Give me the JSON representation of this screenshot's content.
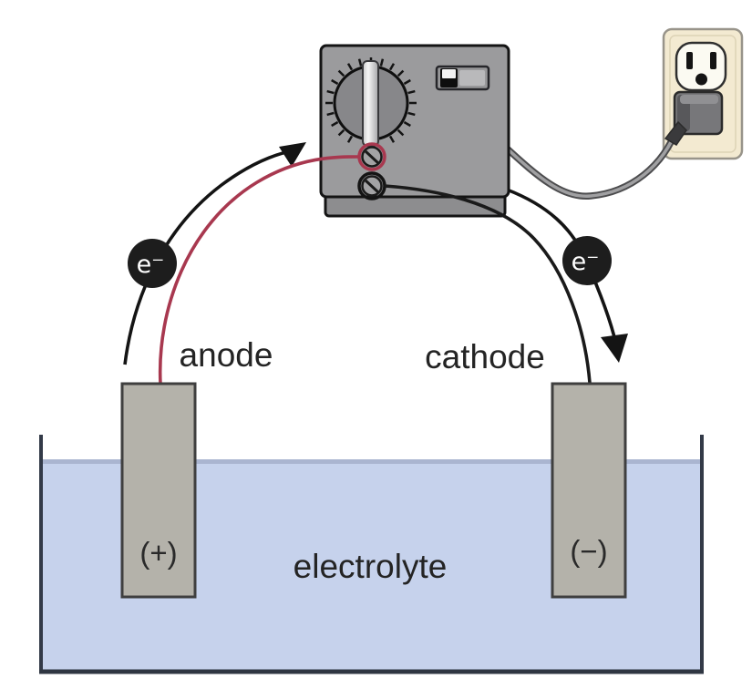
{
  "labels": {
    "anode": "anode",
    "cathode": "cathode",
    "electrolyte": "electrolyte",
    "anode_polarity": "(+)",
    "cathode_polarity": "(−)",
    "electron": "e⁻"
  },
  "icons": {
    "electron_badge": "black-circle-with-e-minus",
    "dial": "rotary-knob-with-tick-scale",
    "switch": "slider-switch",
    "outlet": "wall-socket-two-slots-ground",
    "terminal_screw": "screw-head-diagonal-slot"
  },
  "colors": {
    "positive_wire": "#a8384f",
    "negative_wire": "#1a1a1a",
    "electrolyte_fill": "#c6d2ec",
    "electrolyte_surface": "#aab5d0",
    "electrode_fill": "#b4b2aa",
    "supply_body": "#9b9b9d",
    "dial_face": "#87878a",
    "outlet_plate": "#f3ead1",
    "electron_badge": "#1d1d1d",
    "tank_outline": "#333a48",
    "cord_gray": "#a0a0a2"
  }
}
